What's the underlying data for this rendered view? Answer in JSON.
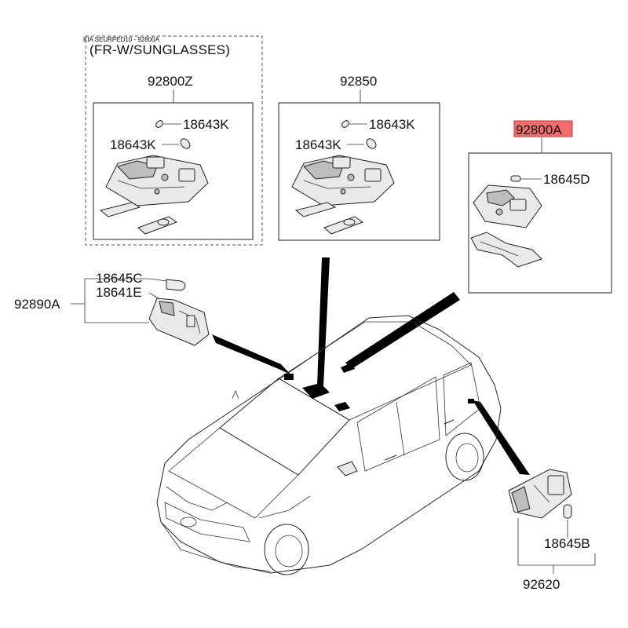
{
  "header": {
    "caption": "KIA SEURPED10 - 92800A",
    "variant_note": "(FR-W/SUNGLASSES)"
  },
  "highlight_color": "#f26d6d",
  "assemblies": [
    {
      "part_no": "92800Z",
      "sub_parts": [
        "18643K",
        "18643K"
      ]
    },
    {
      "part_no": "92850",
      "sub_parts": [
        "18643K",
        "18643K"
      ]
    },
    {
      "part_no": "92800A",
      "sub_parts": [
        "18645D"
      ],
      "highlighted": true
    },
    {
      "part_no": "92890A",
      "sub_parts": [
        "18645C",
        "18641E"
      ]
    },
    {
      "part_no": "92620",
      "sub_parts": [
        "18645B"
      ]
    }
  ]
}
